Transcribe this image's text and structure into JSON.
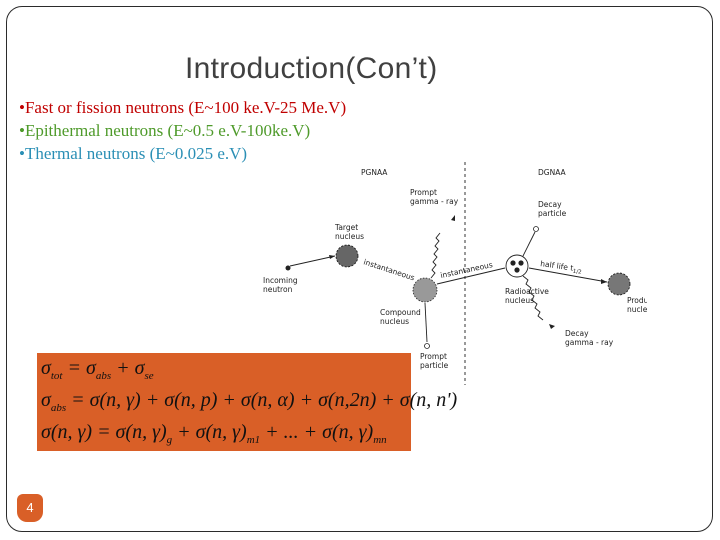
{
  "slide": {
    "title": "Introduction(Con’t)",
    "bullets": [
      {
        "marker": "•",
        "text": "Fast or fission neutrons (E~100 ke.V-25 Me.V)",
        "color": "#c00000"
      },
      {
        "marker": "•",
        "text": "Epithermal neutrons",
        "highlight": " (E~0.5 e.V-100ke.V)",
        "color": "#4e9a2a"
      },
      {
        "marker": "•",
        "text": "Thermal neutrons (E~0.025 e.V)",
        "color": "#2a8fb5"
      }
    ],
    "page_number": "4",
    "accent_color": "#d95f27"
  },
  "diagram": {
    "pgnaa": "PGNAA",
    "dgnaa": "DGNAA",
    "prompt_gamma_1": "Prompt",
    "prompt_gamma_2": "gamma - ray",
    "target_1": "Target",
    "target_2": "nucleus",
    "incoming_1": "Incoming",
    "incoming_2": "neutron",
    "instantaneous_a": "instantaneous",
    "instantaneous_b": "instantaneous",
    "compound_1": "Compound",
    "compound_2": "nucleus",
    "prompt_particle_1": "Prompt",
    "prompt_particle_2": "particle",
    "decay_particle_1": "Decay",
    "decay_particle_2": "particle",
    "half_life": "half life t",
    "half_life_sub": "1/2",
    "radioactive_1": "Radioactive",
    "radioactive_2": "nucleus",
    "product_1": "Product",
    "product_2": "nucleus",
    "decay_gamma_1": "Decay",
    "decay_gamma_2": "gamma - ray"
  },
  "equations": {
    "line1": {
      "sigma": "σ",
      "tot": "tot",
      "eq": " = ",
      "abs": "abs",
      "plus": " + ",
      "se": "se"
    },
    "line2": {
      "lhs_sub": "abs",
      "rhs": " = σ(n, γ) + σ(n, p) + σ(n, α) + σ(n,2n) + σ(n, n')"
    },
    "line3": {
      "lhs": "σ(n, γ) = σ(n, γ)",
      "g": "g",
      "mid": " + σ(n, γ)",
      "m1": "m1",
      "dots": " + ... + σ(n, γ)",
      "mn": "mn"
    }
  }
}
